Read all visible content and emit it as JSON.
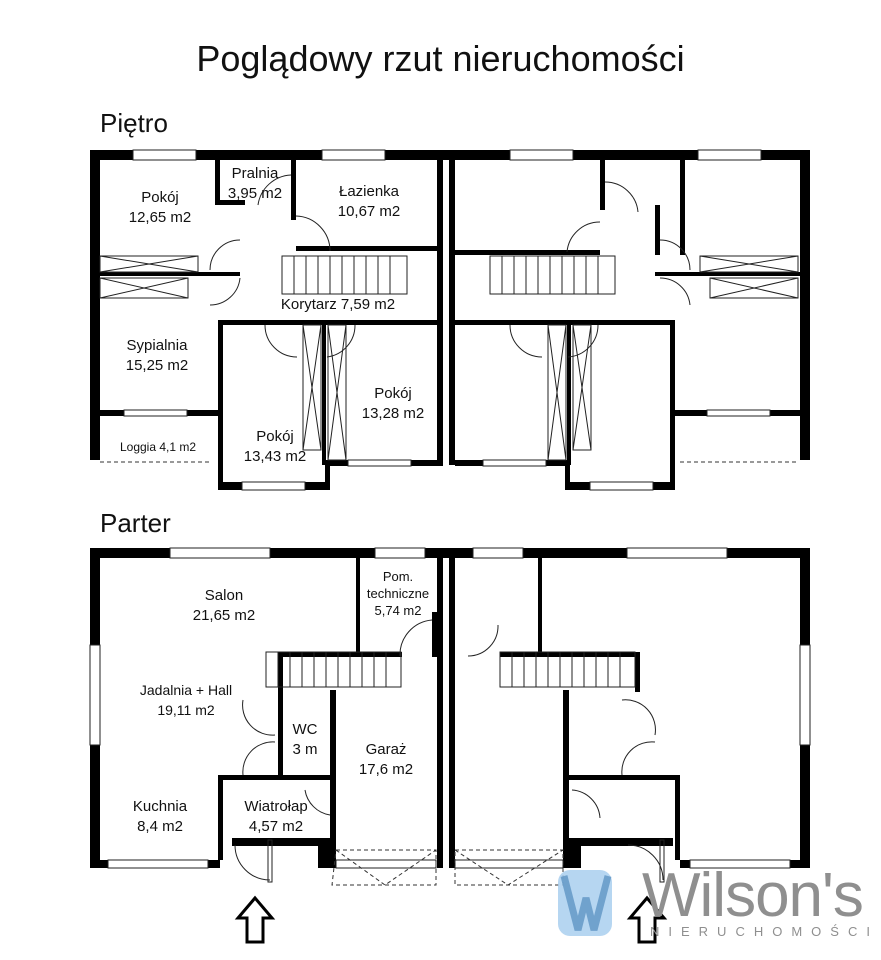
{
  "title": "Poglądowy rzut nieruchomości",
  "floors": {
    "upper": {
      "label": "Piętro",
      "rooms": [
        {
          "name": "Pokój",
          "area": "12,65 m2"
        },
        {
          "name": "Pralnia",
          "area": "3,95 m2"
        },
        {
          "name": "Łazienka",
          "area": "10,67 m2"
        },
        {
          "name": "Korytarz 7,59 m2"
        },
        {
          "name": "Sypialnia",
          "area": "15,25 m2"
        },
        {
          "name": "Loggia 4,1 m2"
        },
        {
          "name": "Pokój",
          "area": "13,43 m2"
        },
        {
          "name": "Pokój",
          "area": "13,28 m2"
        }
      ]
    },
    "ground": {
      "label": "Parter",
      "rooms": [
        {
          "name": "Salon",
          "area": "21,65 m2"
        },
        {
          "name": "Pom.",
          "name2": "techniczne",
          "area": "5,74 m2"
        },
        {
          "name": "Jadalnia + Hall",
          "area": "19,11 m2"
        },
        {
          "name": "WC",
          "area": "3 m"
        },
        {
          "name": "Garaż",
          "area": "17,6 m2"
        },
        {
          "name": "Kuchnia",
          "area": "8,4 m2"
        },
        {
          "name": "Wiatrołap",
          "area": "4,57 m2"
        }
      ]
    }
  },
  "logo": {
    "word": "Wilson's",
    "sub": "NIERUCHOMOŚCI",
    "colors": {
      "text": "#8f8f8f",
      "blue_light": "#a9cfee",
      "blue_dark": "#5f95c4"
    }
  },
  "icons": {
    "entrance_arrow": "arrow-up-outline"
  }
}
